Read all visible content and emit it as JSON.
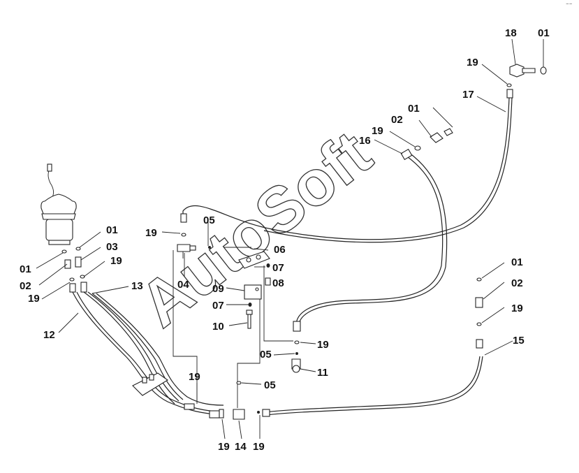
{
  "watermark": "AutoSoft",
  "corner_mark": "⁻⁻",
  "callouts": [
    {
      "id": "c18",
      "text": "18"
    },
    {
      "id": "c01a",
      "text": "01"
    },
    {
      "id": "c19a",
      "text": "19"
    },
    {
      "id": "c17",
      "text": "17"
    },
    {
      "id": "c02a",
      "text": "02"
    },
    {
      "id": "c01b",
      "text": "01"
    },
    {
      "id": "c19b",
      "text": "19"
    },
    {
      "id": "c16",
      "text": "16"
    },
    {
      "id": "c19c",
      "text": "19"
    },
    {
      "id": "c05a",
      "text": "05"
    },
    {
      "id": "c01c",
      "text": "01"
    },
    {
      "id": "c03",
      "text": "03"
    },
    {
      "id": "c06",
      "text": "06"
    },
    {
      "id": "c01d",
      "text": "01"
    },
    {
      "id": "c19d",
      "text": "19"
    },
    {
      "id": "c07a",
      "text": "07"
    },
    {
      "id": "c02b",
      "text": "02"
    },
    {
      "id": "c04",
      "text": "04"
    },
    {
      "id": "c08",
      "text": "08"
    },
    {
      "id": "c13",
      "text": "13"
    },
    {
      "id": "c19e",
      "text": "19"
    },
    {
      "id": "c09",
      "text": "09"
    },
    {
      "id": "c07b",
      "text": "07"
    },
    {
      "id": "c12",
      "text": "12"
    },
    {
      "id": "c10",
      "text": "10"
    },
    {
      "id": "c01e",
      "text": "01"
    },
    {
      "id": "c02c",
      "text": "02"
    },
    {
      "id": "c19f",
      "text": "19"
    },
    {
      "id": "c19g",
      "text": "19"
    },
    {
      "id": "c05b",
      "text": "05"
    },
    {
      "id": "c15",
      "text": "15"
    },
    {
      "id": "c11",
      "text": "11"
    },
    {
      "id": "c19h",
      "text": "19"
    },
    {
      "id": "c05c",
      "text": "05"
    },
    {
      "id": "c19i",
      "text": "19"
    },
    {
      "id": "c14",
      "text": "14"
    },
    {
      "id": "c19j",
      "text": "19"
    }
  ]
}
